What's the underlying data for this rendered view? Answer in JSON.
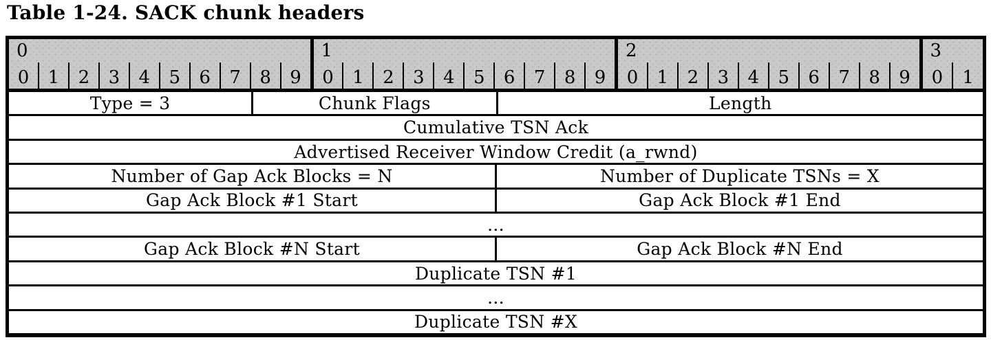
{
  "title": "Table 1-24. SACK chunk headers",
  "colors": {
    "border": "#000000",
    "header_bg": "#c9c9c9",
    "header_dot": "#ababab",
    "row_bg": "#ffffff",
    "text": "#000000"
  },
  "bit_ruler": {
    "groups": [
      {
        "tens": "0",
        "ones": [
          "0",
          "1",
          "2",
          "3",
          "4",
          "5",
          "6",
          "7",
          "8",
          "9"
        ]
      },
      {
        "tens": "1",
        "ones": [
          "0",
          "1",
          "2",
          "3",
          "4",
          "5",
          "6",
          "7",
          "8",
          "9"
        ]
      },
      {
        "tens": "2",
        "ones": [
          "0",
          "1",
          "2",
          "3",
          "4",
          "5",
          "6",
          "7",
          "8",
          "9"
        ]
      },
      {
        "tens": "3",
        "ones": [
          "0",
          "1"
        ]
      }
    ]
  },
  "rows": [
    {
      "cells": [
        {
          "label": "Type = 3",
          "bits": 8
        },
        {
          "label": "Chunk Flags",
          "bits": 8
        },
        {
          "label": "Length",
          "bits": 16
        }
      ]
    },
    {
      "cells": [
        {
          "label": "Cumulative TSN Ack",
          "bits": 32
        }
      ]
    },
    {
      "cells": [
        {
          "label": "Advertised Receiver Window Credit (a_rwnd)",
          "bits": 32
        }
      ]
    },
    {
      "cells": [
        {
          "label": "Number of Gap Ack Blocks = N",
          "bits": 16
        },
        {
          "label": "Number of Duplicate TSNs = X",
          "bits": 16
        }
      ]
    },
    {
      "cells": [
        {
          "label": "Gap Ack Block #1 Start",
          "bits": 16
        },
        {
          "label": "Gap Ack Block #1 End",
          "bits": 16
        }
      ]
    },
    {
      "cells": [
        {
          "label": "...",
          "bits": 32
        }
      ]
    },
    {
      "cells": [
        {
          "label": "Gap Ack Block #N Start",
          "bits": 16
        },
        {
          "label": "Gap Ack Block #N End",
          "bits": 16
        }
      ]
    },
    {
      "cells": [
        {
          "label": "Duplicate TSN #1",
          "bits": 32
        }
      ]
    },
    {
      "cells": [
        {
          "label": "...",
          "bits": 32
        }
      ]
    },
    {
      "cells": [
        {
          "label": "Duplicate TSN #X",
          "bits": 32
        }
      ]
    }
  ]
}
